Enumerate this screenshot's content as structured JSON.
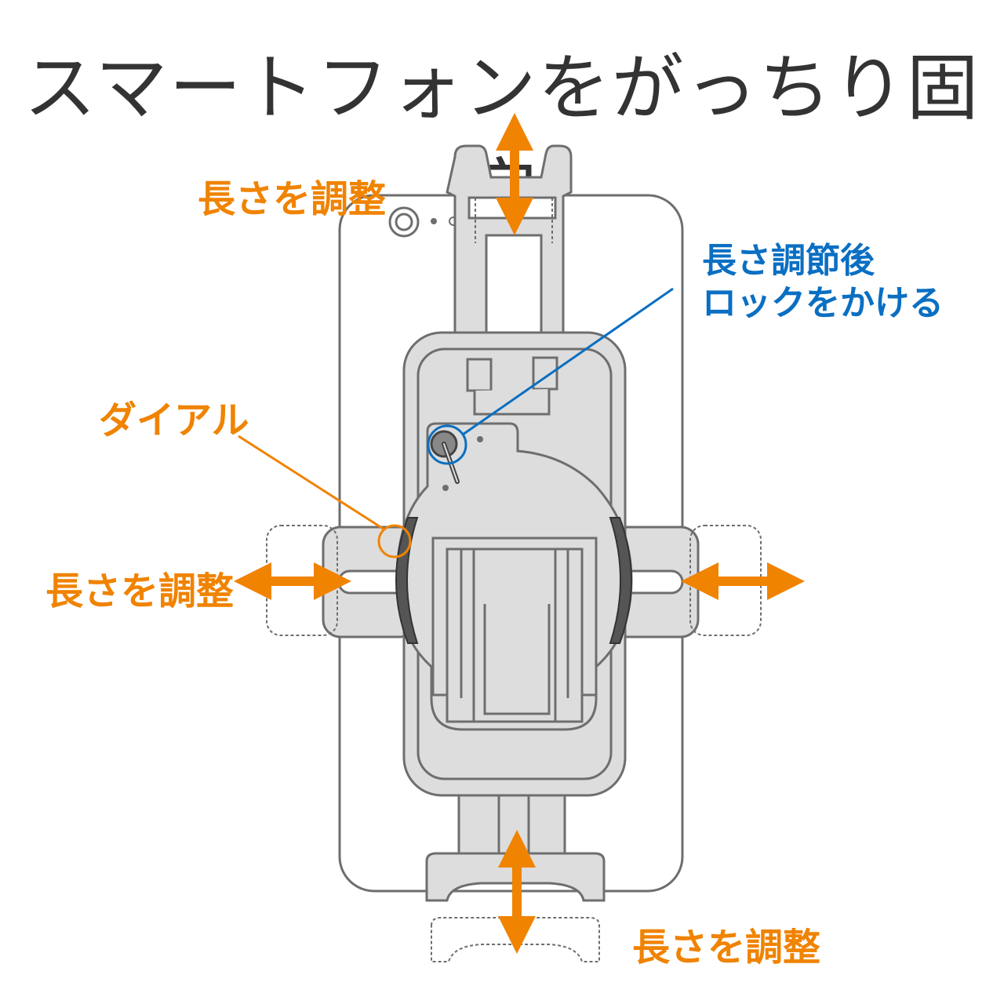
{
  "title": "スマートフォンをがっちり固定",
  "labels": {
    "adjust_top": "長さを調整",
    "adjust_left": "長さを調整",
    "adjust_bottom": "長さを調整",
    "dial": "ダイアル",
    "lock_line1": "長さ調節後",
    "lock_line2": "ロックをかける"
  },
  "colors": {
    "accent_orange": "#f08300",
    "accent_blue": "#0a6fc2",
    "outline_gray": "#6e6e6e",
    "body_fill": "#dddddd",
    "title_text": "#333333"
  }
}
